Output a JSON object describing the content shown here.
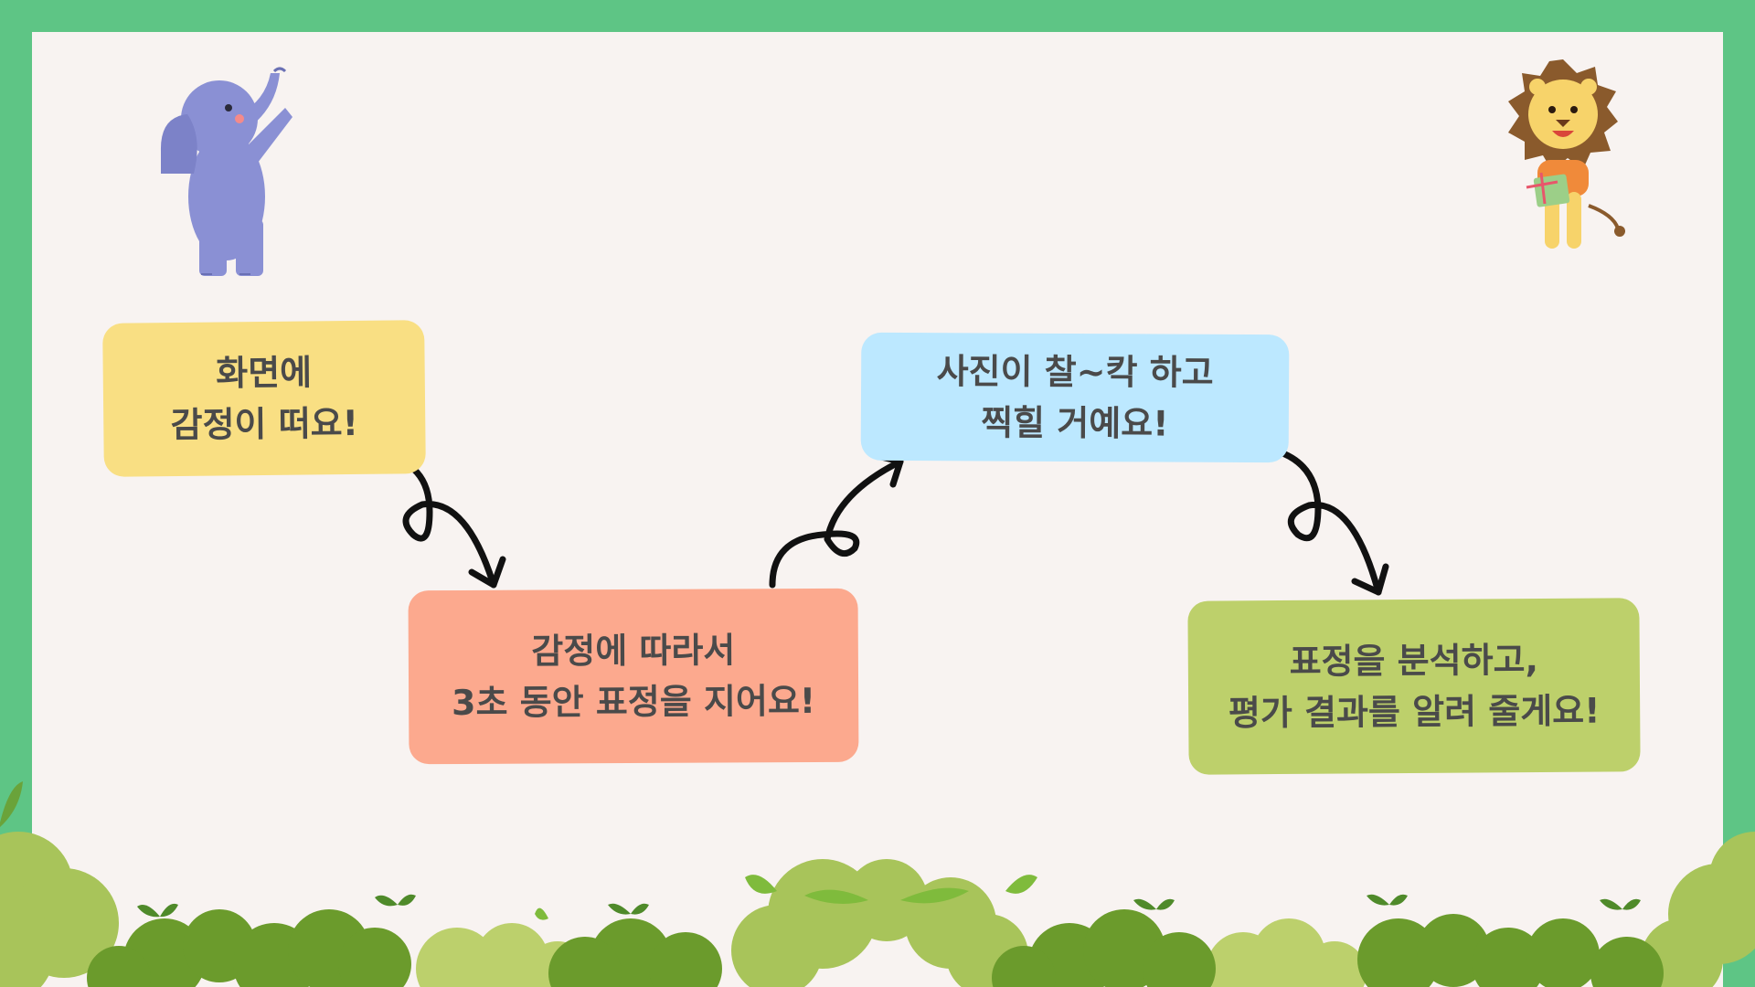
{
  "steps": [
    {
      "line1": "화면에",
      "line2": "감정이 떠요!",
      "color": "#f9df83"
    },
    {
      "line1": "감정에 따라서",
      "line2": "3초 동안 표정을 지어요!",
      "color": "#fca98e"
    },
    {
      "line1": "사진이 찰~칵 하고",
      "line2": "찍힐 거예요!",
      "color": "#bce8ff"
    },
    {
      "line1": "표정을 분석하고,",
      "line2": "평가 결과를 알려 줄게요!",
      "color": "#bdd06b"
    }
  ],
  "colors": {
    "frame": "#5ec585",
    "panel": "#f8f3f1",
    "arrow": "#111111"
  },
  "icons": [
    "elephant-illustration",
    "lion-illustration",
    "bush-decoration",
    "curly-arrow-icon"
  ]
}
